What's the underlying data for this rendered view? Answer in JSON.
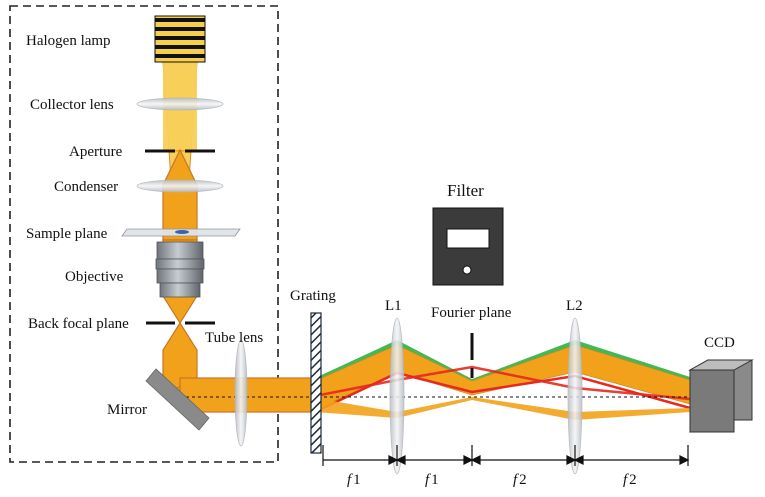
{
  "labels": {
    "halogen_lamp": "Halogen lamp",
    "collector_lens": "Collector lens",
    "aperture": "Aperture",
    "condenser": "Condenser",
    "sample_plane": "Sample plane",
    "objective": "Objective",
    "back_focal_plane": "Back focal plane",
    "tube_lens": "Tube lens",
    "mirror": "Mirror",
    "grating": "Grating",
    "l1": "L1",
    "l2": "L2",
    "fourier_plane": "Fourier plane",
    "filter": "Filter",
    "ccd": "CCD"
  },
  "distances": [
    {
      "italic": "f",
      "num": "1"
    },
    {
      "italic": "f",
      "num": "1"
    },
    {
      "italic": "f",
      "num": "2"
    },
    {
      "italic": "f",
      "num": "2"
    }
  ],
  "colors": {
    "beam_orange": "#F2A21A",
    "beam_light": "#F8CF5A",
    "beam_edge": "#C8752A",
    "green_order": "#39B44A",
    "red_order": "#E8281E",
    "lens": "#C9CDD2",
    "grey_device": "#7F7F7F"
  }
}
